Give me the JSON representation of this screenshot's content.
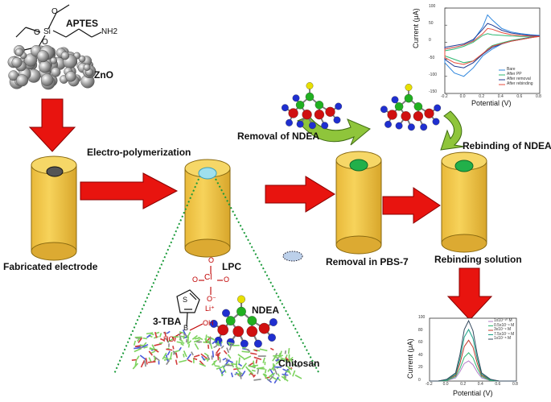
{
  "labels": {
    "aptes": "APTES",
    "zno": "ZnO",
    "nh2": "NH2",
    "si": "Si",
    "electro_polymerization": "Electro-polymerization",
    "fabricated_electrode": "Fabricated electrode",
    "lpc": "LPC",
    "removal_of_ndea": "Removal of NDEA",
    "rebinding_of_ndea": "Rebinding of NDEA",
    "removal_in_pbs": "Removal in PBS-7",
    "rebinding_solution": "Rebinding solution",
    "tba": "3-TBA",
    "ndea": "NDEA",
    "chitosan": "Chitosan",
    "li": "Li⁺",
    "cl": "Cl",
    "o": "O",
    "o_minus": "O⁻",
    "oh": "OH",
    "ho": "HO",
    "b": "B",
    "s": "S"
  },
  "cv_chart": {
    "ylabel": "Current (μA)",
    "xlabel": "Potential (V)",
    "yticks": [
      "100",
      "50",
      "0",
      "-50",
      "-100",
      "-150"
    ],
    "xticks": [
      "-0.2",
      "0.0",
      "0.2",
      "0.4",
      "0.6",
      "0.8"
    ],
    "legend": [
      "Bare",
      "After PP",
      "After removal",
      "After rebinding"
    ],
    "colors": [
      "#2e86de",
      "#2eb872",
      "#1f3a93",
      "#e74c3c"
    ]
  },
  "dpv_chart": {
    "ylabel": "Current (μA)",
    "xlabel": "Potential (V)",
    "yticks": [
      "100",
      "80",
      "60",
      "40",
      "20",
      "0"
    ],
    "xticks": [
      "-0.2",
      "0.0",
      "0.2",
      "0.4",
      "0.6",
      "0.8"
    ],
    "legend": [
      "1x10⁻¹⁰ M",
      "0.5x10⁻⁹ M",
      "3x10⁻⁹ M",
      "7.5x10⁻⁹ M",
      "1x10⁻⁸ M"
    ],
    "colors": [
      "#b07cc6",
      "#2eb872",
      "#c0392b",
      "#16a085",
      "#34495e"
    ]
  },
  "chart_data": [
    {
      "type": "line",
      "title": "",
      "xlabel": "Potential (V)",
      "ylabel": "Current (μA)",
      "xlim": [
        -0.2,
        0.8
      ],
      "ylim": [
        -150,
        100
      ],
      "grid": false,
      "legend_position": "bottom-right",
      "x": [
        -0.2,
        -0.1,
        0.0,
        0.1,
        0.2,
        0.25,
        0.3,
        0.4,
        0.5,
        0.6,
        0.7,
        0.8
      ],
      "series": [
        {
          "name": "Bare",
          "forward": [
            -20,
            -15,
            -8,
            5,
            45,
            80,
            65,
            40,
            30,
            25,
            22,
            20
          ],
          "reverse": [
            -60,
            -90,
            -100,
            -75,
            -40,
            -30,
            -20,
            -5,
            5,
            10,
            15,
            20
          ]
        },
        {
          "name": "After PP",
          "forward": [
            -25,
            -20,
            -12,
            0,
            20,
            25,
            22,
            20,
            18,
            17,
            17,
            17
          ],
          "reverse": [
            -40,
            -50,
            -60,
            -55,
            -35,
            -20,
            -10,
            -2,
            5,
            10,
            14,
            17
          ]
        },
        {
          "name": "After removal",
          "forward": [
            -15,
            -10,
            -5,
            8,
            38,
            55,
            50,
            35,
            27,
            23,
            20,
            18
          ],
          "reverse": [
            -50,
            -70,
            -75,
            -60,
            -35,
            -25,
            -15,
            -5,
            3,
            8,
            13,
            18
          ]
        },
        {
          "name": "After rebinding",
          "forward": [
            -20,
            -15,
            -8,
            3,
            25,
            40,
            38,
            28,
            22,
            19,
            18,
            17
          ],
          "reverse": [
            -45,
            -60,
            -65,
            -55,
            -33,
            -22,
            -12,
            -4,
            3,
            8,
            13,
            17
          ]
        }
      ]
    },
    {
      "type": "line",
      "title": "",
      "xlabel": "Potential (V)",
      "ylabel": "Current (μA)",
      "xlim": [
        -0.2,
        0.8
      ],
      "ylim": [
        0,
        100
      ],
      "grid": false,
      "legend_position": "top-right",
      "x": [
        -0.2,
        -0.1,
        0.0,
        0.1,
        0.15,
        0.2,
        0.25,
        0.3,
        0.35,
        0.4,
        0.5,
        0.6,
        0.7,
        0.8
      ],
      "series": [
        {
          "name": "1x10⁻¹⁰ M",
          "values": [
            0,
            0,
            1,
            5,
            15,
            28,
            32,
            26,
            14,
            5,
            1,
            0,
            0,
            0
          ]
        },
        {
          "name": "0.5x10⁻⁹ M",
          "values": [
            0,
            0,
            1,
            7,
            20,
            38,
            45,
            37,
            20,
            7,
            1,
            0,
            0,
            0
          ]
        },
        {
          "name": "3x10⁻⁹ M",
          "values": [
            0,
            0,
            2,
            9,
            28,
            55,
            65,
            54,
            28,
            9,
            2,
            0,
            0,
            0
          ]
        },
        {
          "name": "7.5x10⁻⁹ M",
          "values": [
            0,
            0,
            2,
            11,
            35,
            70,
            82,
            68,
            35,
            11,
            2,
            0,
            0,
            0
          ]
        },
        {
          "name": "1x10⁻⁸ M",
          "values": [
            0,
            0,
            3,
            13,
            42,
            82,
            96,
            80,
            42,
            13,
            3,
            0,
            0,
            0
          ]
        }
      ]
    }
  ]
}
